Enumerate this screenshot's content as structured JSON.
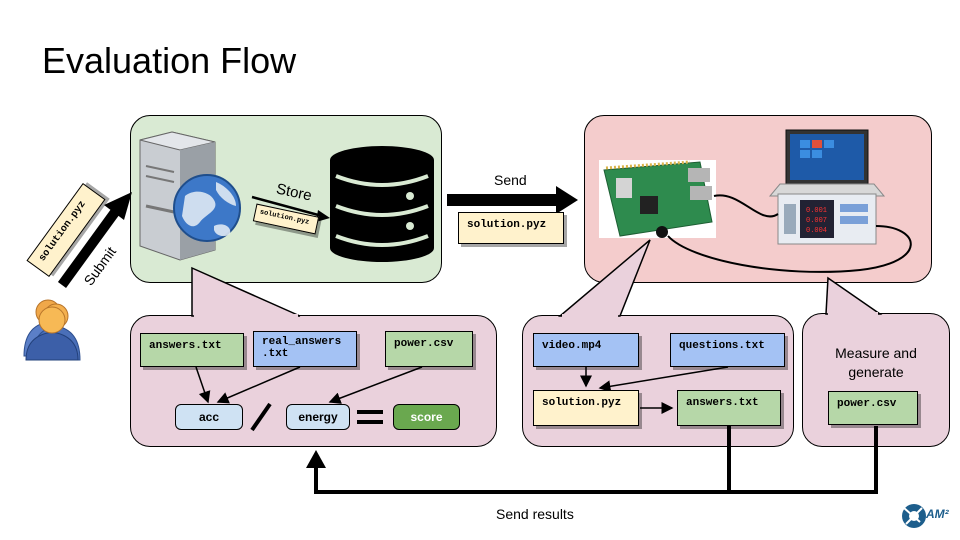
{
  "slide": {
    "title": "Evaluation Flow"
  },
  "files": {
    "solution": "solution.pyz",
    "solution_small": "solution.pyz",
    "solution_send": "solution.pyz",
    "answers": "answers.txt",
    "real_answers": "real_answers\n.txt",
    "power_eval": "power.csv",
    "video": "video.mp4",
    "questions": "questions.txt",
    "solution_device": "solution.pyz",
    "answers_out": "answers.txt",
    "power_out": "power.csv"
  },
  "labels": {
    "submit": "Submit",
    "store": "Store",
    "send": "Send",
    "measure": "Measure and\ngenerate",
    "send_results": "Send results"
  },
  "formula": {
    "acc": "acc",
    "energy": "energy",
    "score": "score",
    "divide": "/"
  },
  "logo": {
    "text": "AM²"
  }
}
